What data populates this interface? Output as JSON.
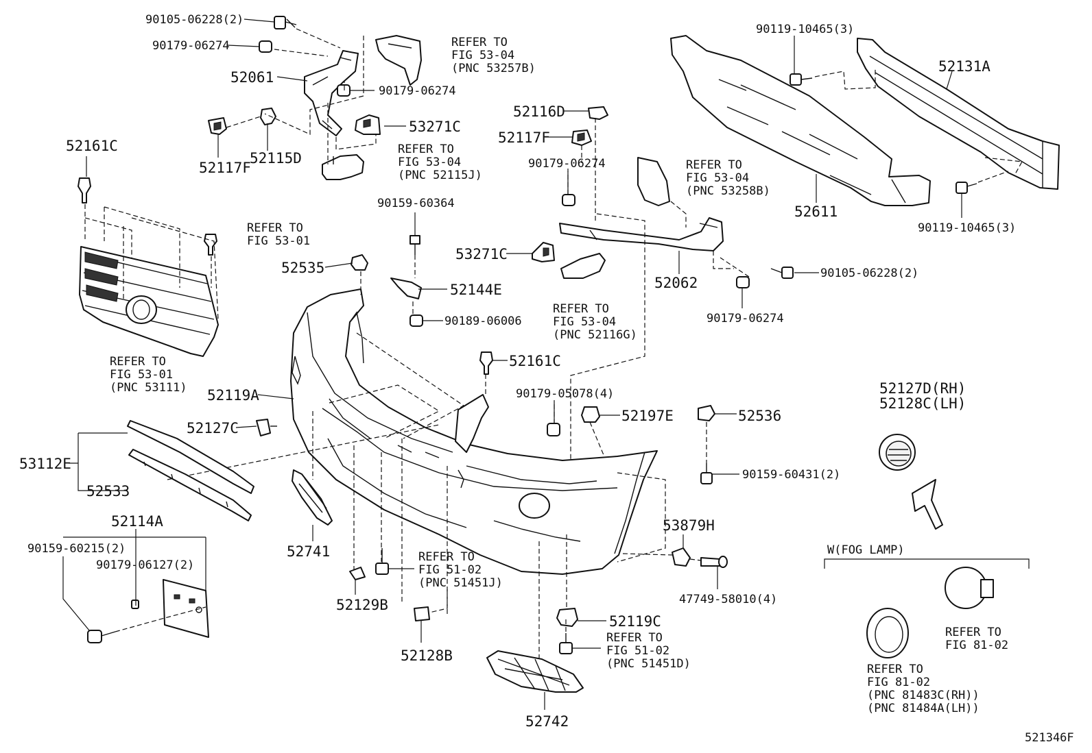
{
  "figure_id": "521346F",
  "section_label": "W(FOG LAMP)",
  "labels": {
    "l01": "90105-06228(2)",
    "l02": "90179-06274",
    "l03": "52061",
    "l04": "90179-06274",
    "l05": "53271C",
    "l06": "52117F",
    "l07": "52115D",
    "l08": "52161C",
    "l09": "52116D",
    "l10": "52117F",
    "l11": "90179-06274",
    "l12": "90119-10465(3)",
    "l13": "52131A",
    "l14": "52611",
    "l15": "90119-10465(3)",
    "l16": "90159-60364",
    "l17": "52535",
    "l18": "52144E",
    "l19": "53271C",
    "l20": "52062",
    "l21": "90105-06228(2)",
    "l22": "90179-06274",
    "l23": "90189-06006",
    "l24": "52161C",
    "l25": "52119A",
    "l26": "90179-05078(4)",
    "l27": "52197E",
    "l28": "52536",
    "l29": "52127C",
    "l30": "53112E",
    "l31": "52533",
    "l32": "90159-60431(2)",
    "l33": "52127D(RH)",
    "l34": "52128C(LH)",
    "l35": "52741",
    "l36": "53879H",
    "l37": "52114A",
    "l38": "90159-60215(2)",
    "l39": "90179-06127(2)",
    "l40": "52129B",
    "l41": "47749-58010(4)",
    "l42": "52119C",
    "l43": "52128B",
    "l44": "52742"
  },
  "refs": {
    "r01": [
      "REFER TO",
      "FIG 53-04",
      "(PNC 53257B)"
    ],
    "r02": [
      "REFER TO",
      "FIG 53-04",
      "(PNC 52115J)"
    ],
    "r03": [
      "REFER TO",
      "FIG 53-01"
    ],
    "r04": [
      "REFER TO",
      "FIG 53-04",
      "(PNC 53258B)"
    ],
    "r05": [
      "REFER TO",
      "FIG 53-04",
      "(PNC 52116G)"
    ],
    "r06": [
      "REFER TO",
      "FIG 53-01",
      "(PNC 53111)"
    ],
    "r07": [
      "REFER TO",
      "FIG 51-02",
      "(PNC 51451J)"
    ],
    "r08": [
      "REFER TO",
      "FIG 51-02",
      "(PNC 51451D)"
    ],
    "r09": [
      "REFER TO",
      "FIG 81-02"
    ],
    "r10": [
      "REFER TO",
      "FIG 81-02",
      "(PNC 81483C(RH))",
      "(PNC 81484A(LH))"
    ]
  }
}
